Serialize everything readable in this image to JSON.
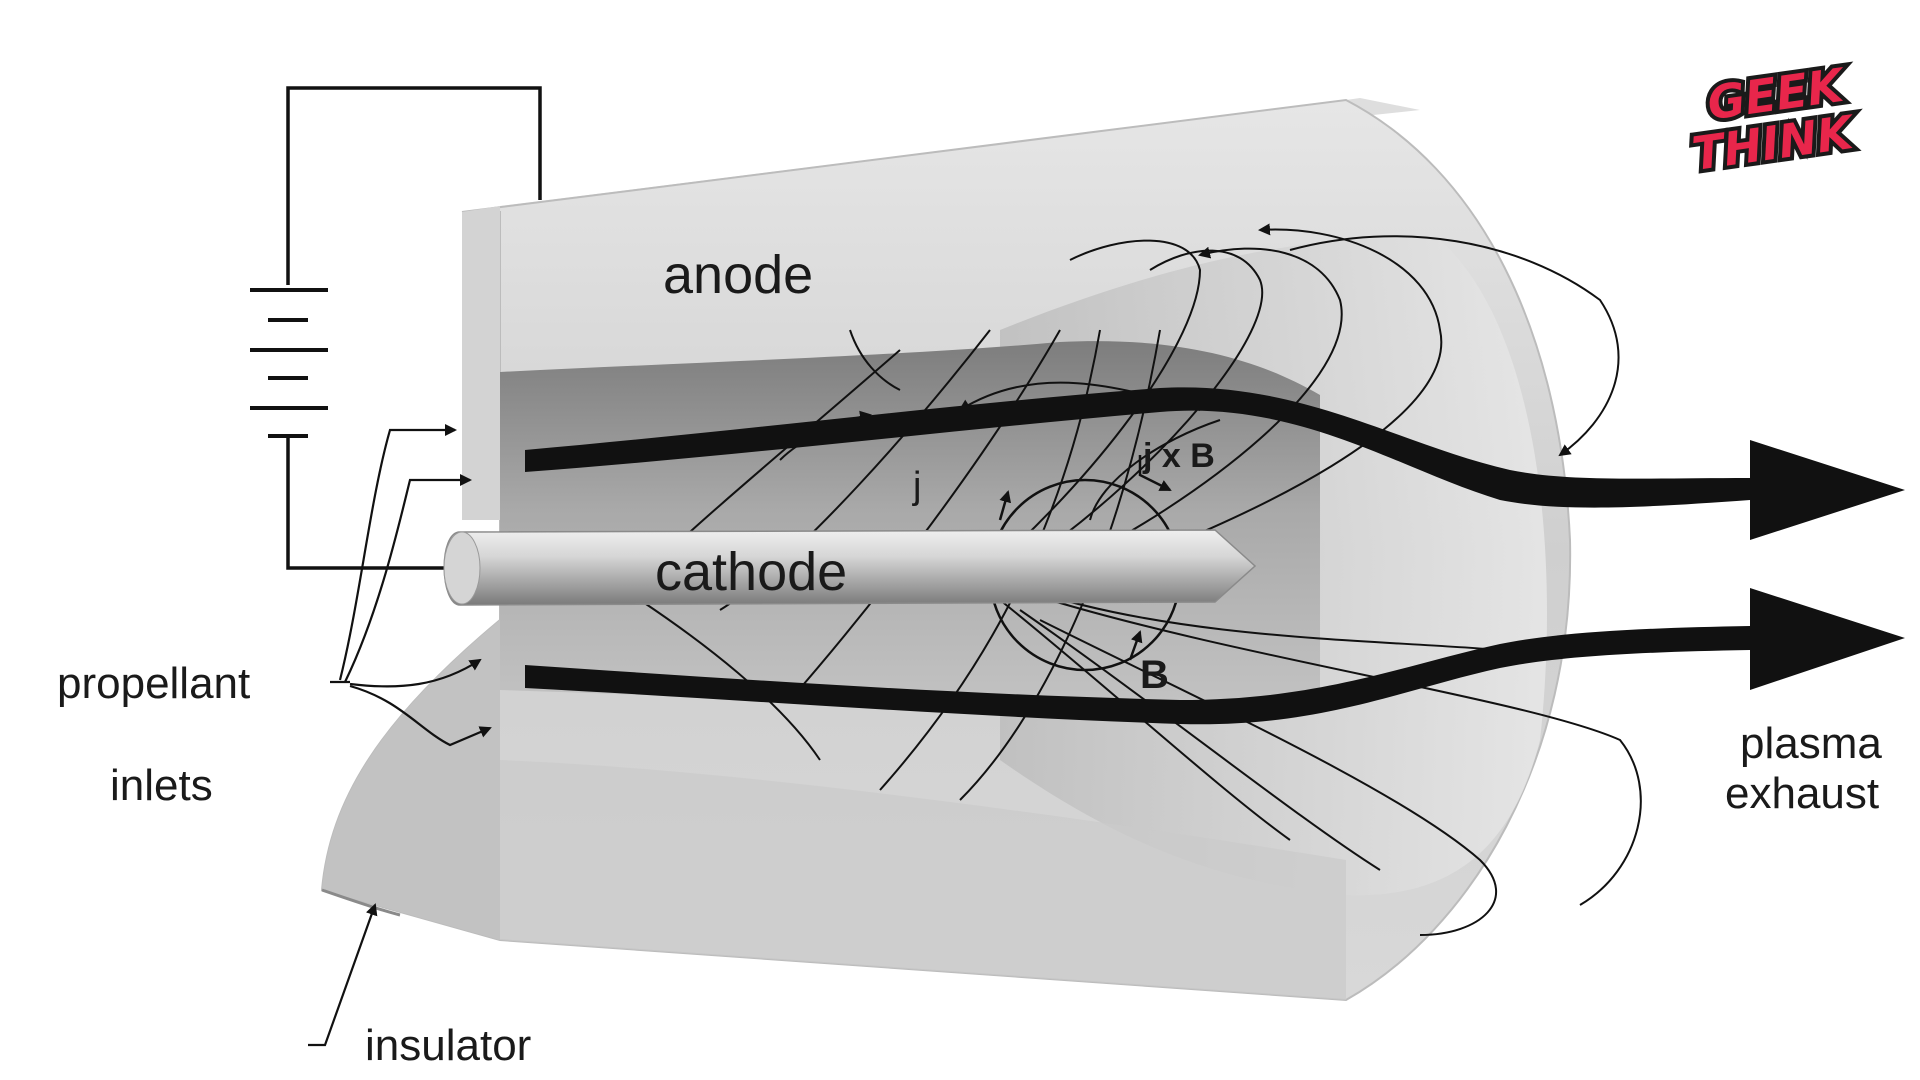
{
  "labels": {
    "anode": "anode",
    "cathode": "cathode",
    "j": "j",
    "jxb": "j x B",
    "b": "B",
    "propellant": "propellant",
    "inlets": "inlets",
    "plasma": "plasma",
    "exhaust": "exhaust",
    "insulator": "insulator"
  },
  "logo": {
    "line1": "GEEK",
    "line2": "THINK",
    "color": "#e8264b"
  },
  "colors": {
    "anode_body": "#c9c9c9",
    "anode_face": "#b3b3b3",
    "channel": "#8c8c8c",
    "cathode": "#bdbdbd",
    "stream": "#111111"
  }
}
